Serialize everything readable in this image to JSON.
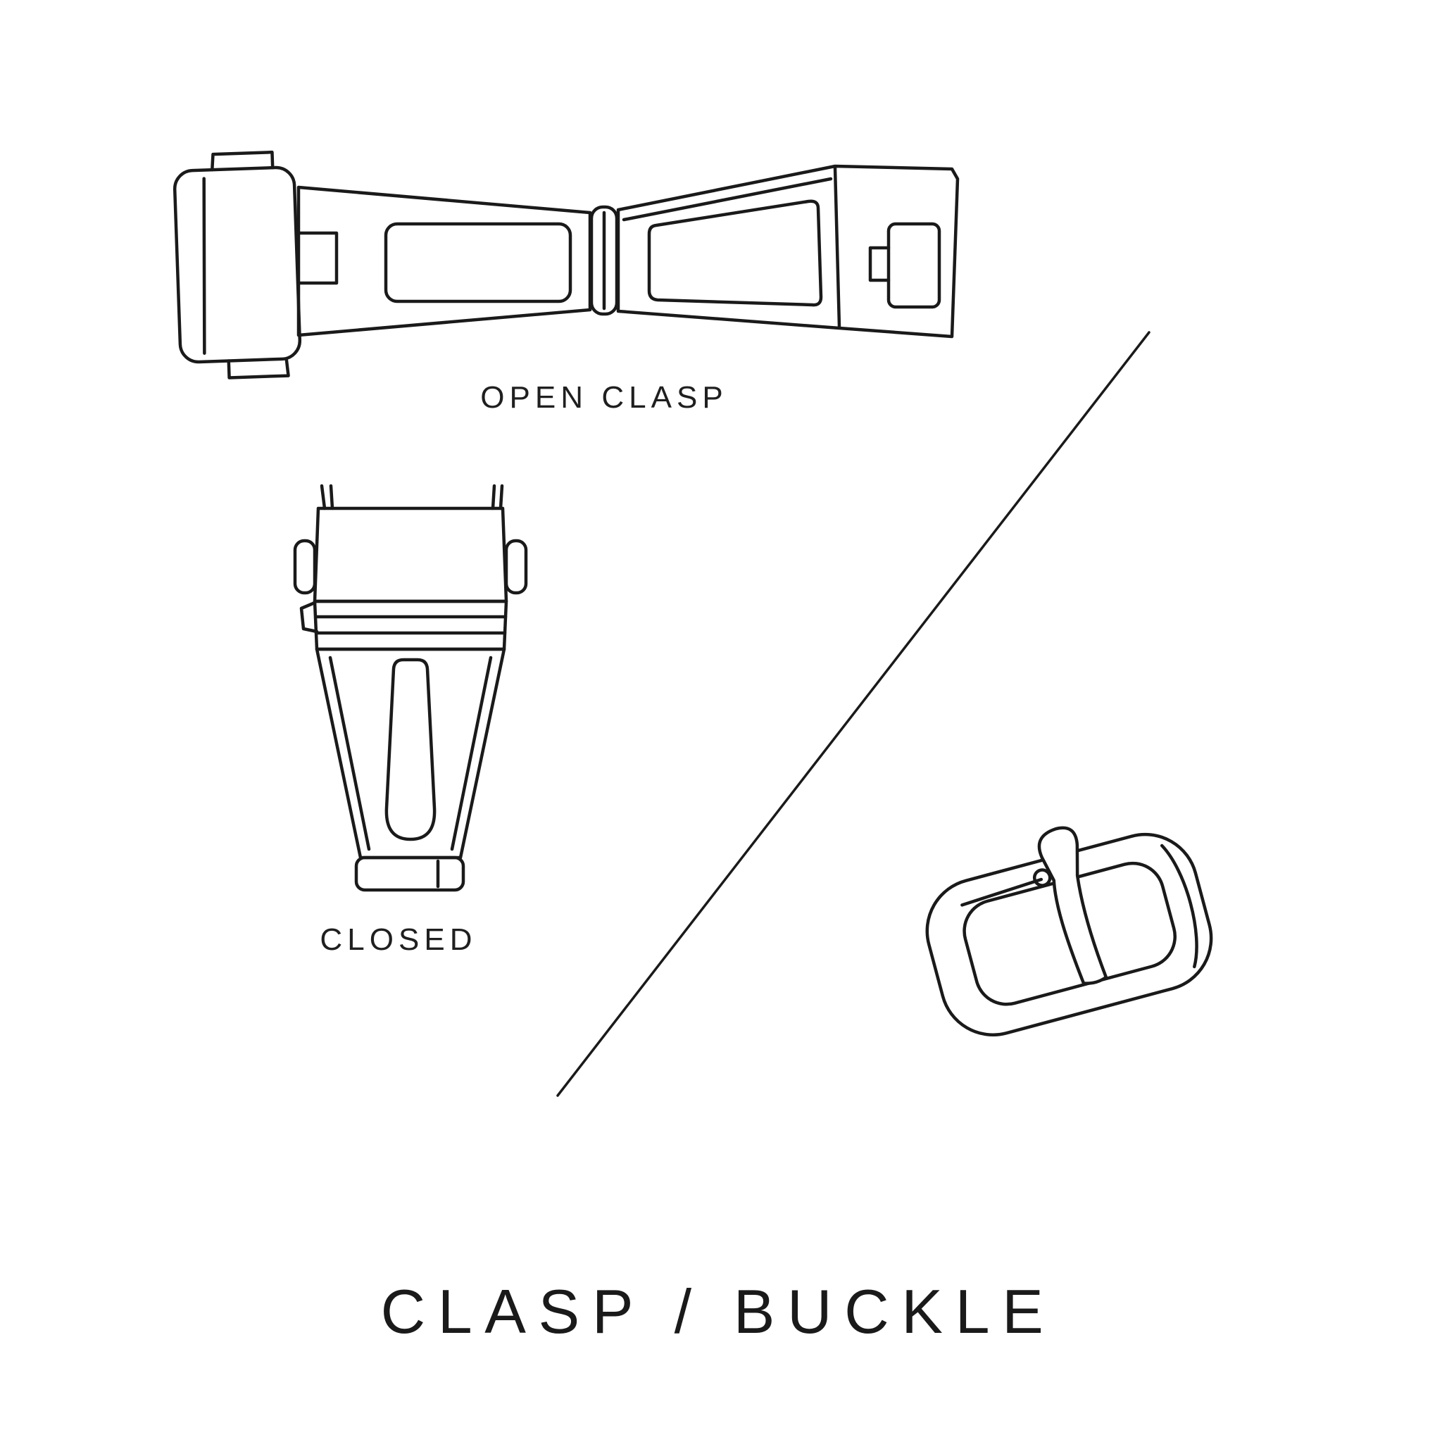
{
  "page": {
    "background_color": "#ffffff",
    "ink_color": "#1a1a1a"
  },
  "labels": {
    "open_clasp": "OPEN CLASP",
    "closed": "CLOSED",
    "title": "CLASP / BUCKLE"
  },
  "illustrations": [
    {
      "name": "open-clasp-illustration",
      "caption": "OPEN CLASP"
    },
    {
      "name": "closed-clasp-illustration",
      "caption": "CLOSED"
    },
    {
      "name": "buckle-illustration",
      "caption": ""
    }
  ]
}
